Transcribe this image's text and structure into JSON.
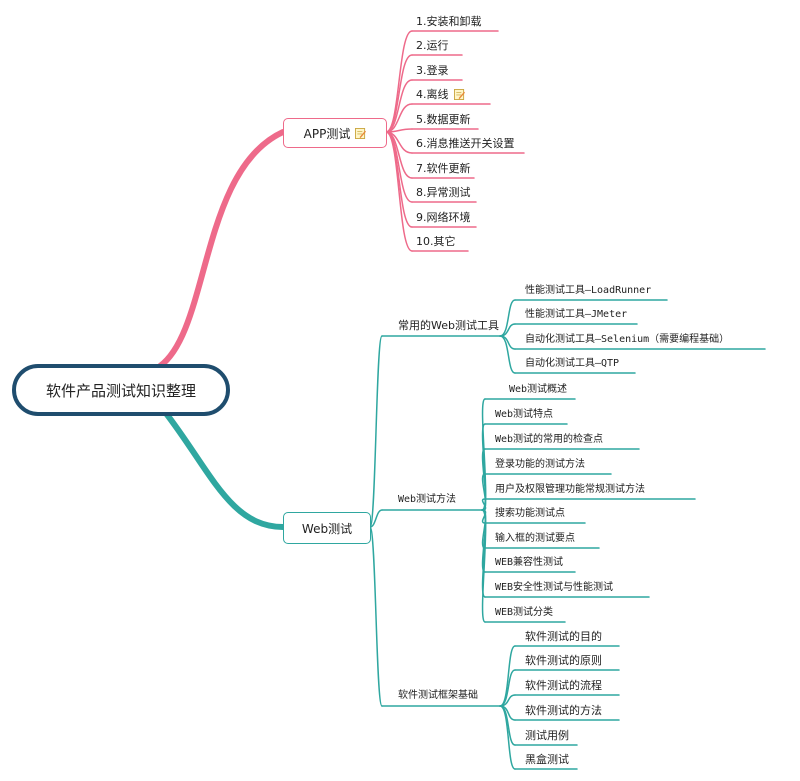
{
  "root": {
    "label": "软件产品测试知识整理"
  },
  "colors": {
    "pink": "#ee6a8a",
    "teal": "#2fa7a0",
    "root_border": "#1f4d6e"
  },
  "branches": [
    {
      "label": "APP测试",
      "has_note": true,
      "color": "#ee6a8a",
      "children": [
        {
          "label": "1.安装和卸载"
        },
        {
          "label": "2.运行"
        },
        {
          "label": "3.登录"
        },
        {
          "label": "4.离线",
          "has_note": true
        },
        {
          "label": "5.数据更新"
        },
        {
          "label": "6.消息推送开关设置"
        },
        {
          "label": "7.软件更新"
        },
        {
          "label": "8.异常测试"
        },
        {
          "label": "9.网络环境"
        },
        {
          "label": "10.其它"
        }
      ]
    },
    {
      "label": "Web测试",
      "color": "#2fa7a0",
      "children": [
        {
          "label": "常用的Web测试工具",
          "children": [
            {
              "label": "性能测试工具—LoadRunner"
            },
            {
              "label": "性能测试工具—JMeter"
            },
            {
              "label": "自动化测试工具—Selenium（需要编程基础）"
            },
            {
              "label": "自动化测试工具—QTP"
            }
          ]
        },
        {
          "label": "Web测试方法",
          "children": [
            {
              "label": "Web测试概述"
            },
            {
              "label": "Web测试特点"
            },
            {
              "label": "Web测试的常用的检查点"
            },
            {
              "label": "登录功能的测试方法"
            },
            {
              "label": "用户及权限管理功能常规测试方法"
            },
            {
              "label": "搜索功能测试点"
            },
            {
              "label": "输入框的测试要点"
            },
            {
              "label": "WEB兼容性测试"
            },
            {
              "label": "WEB安全性测试与性能测试"
            },
            {
              "label": "WEB测试分类"
            }
          ]
        },
        {
          "label": "软件测试框架基础",
          "children": [
            {
              "label": "软件测试的目的"
            },
            {
              "label": "软件测试的原则"
            },
            {
              "label": "软件测试的流程"
            },
            {
              "label": "软件测试的方法"
            },
            {
              "label": "测试用例"
            },
            {
              "label": "黑盒测试"
            }
          ]
        }
      ]
    }
  ]
}
